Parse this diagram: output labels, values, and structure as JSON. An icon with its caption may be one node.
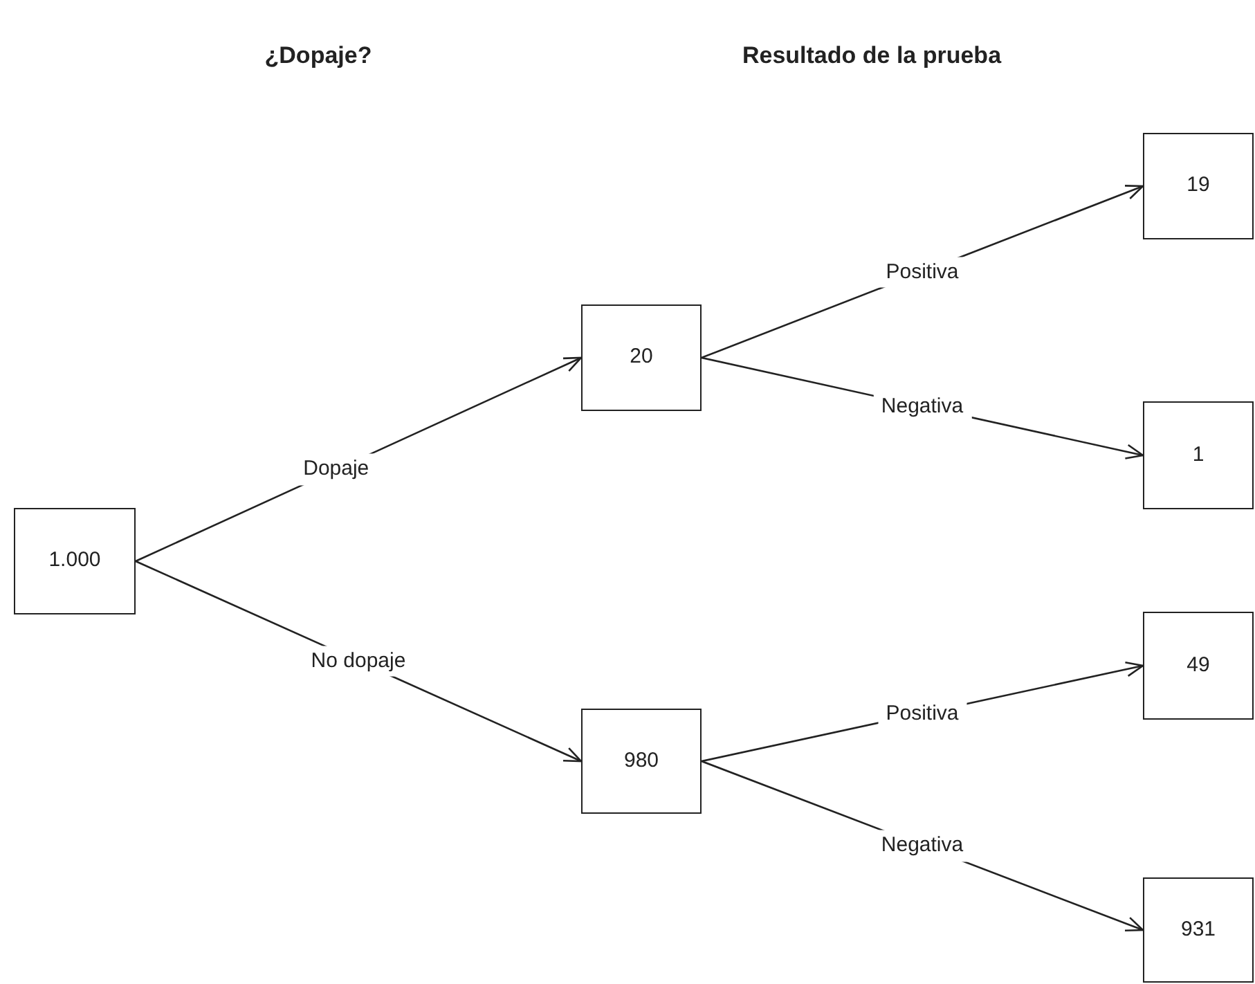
{
  "diagram": {
    "nodes": [
      {
        "text": [
          "1.000"
        ]
      },
      {
        "text": [
          "20"
        ]
      },
      {
        "text": [
          "980"
        ]
      },
      {
        "text": [
          "19"
        ]
      },
      {
        "text": [
          "1"
        ]
      },
      {
        "text": [
          "49"
        ]
      },
      {
        "text": [
          "931"
        ]
      }
    ],
    "edges": [
      {
        "from": 0,
        "to": 1,
        "arrow": "to",
        "label": "Dopaje"
      },
      {
        "from": 0,
        "to": 2,
        "arrow": "to",
        "label": "No dopaje"
      },
      {
        "from": 1,
        "to": 3,
        "arrow": "to",
        "label": "Positiva"
      },
      {
        "from": 1,
        "to": 4,
        "arrow": "to",
        "label": "Negativa"
      },
      {
        "from": 2,
        "to": 5,
        "arrow": "to",
        "label": "Positiva"
      },
      {
        "from": 2,
        "to": 6,
        "arrow": "to",
        "label": "Negativa"
      }
    ],
    "labels": [
      "¿Dopaje?",
      "Resultado de la prueba"
    ]
  }
}
